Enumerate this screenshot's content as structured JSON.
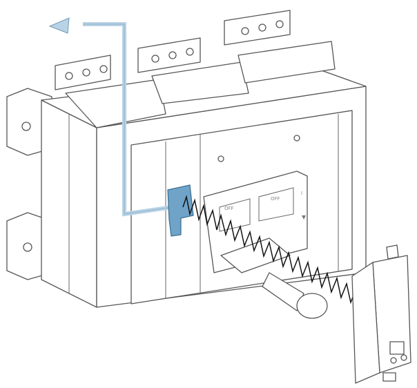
{
  "labels": {
    "pole1_state": "OFF",
    "pole2_state": "OFF",
    "on_mark": "I"
  },
  "colors": {
    "accent_block": "#6fa3c8",
    "arrow_path": "#b9d3e6",
    "line": "#555555",
    "spring": "#111111"
  }
}
